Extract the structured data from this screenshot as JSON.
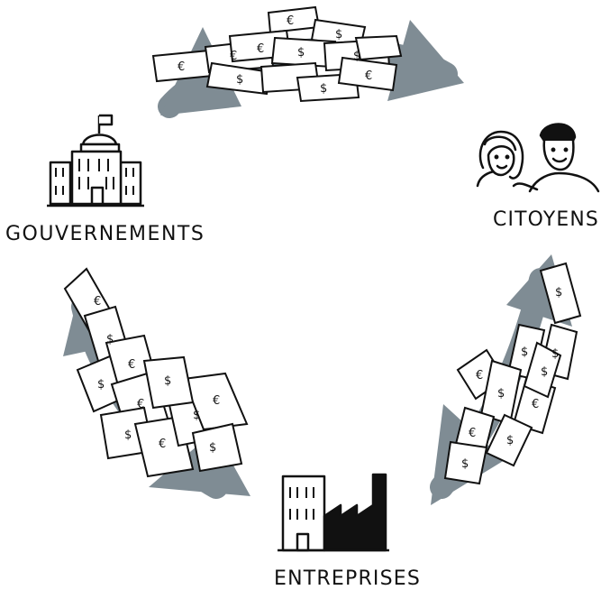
{
  "labels": {
    "governments": "GOUVERNEMENTS",
    "citizens": "CITOYENS",
    "companies": "ENTREPRISES"
  },
  "colors": {
    "arrow": "#7f8c94",
    "ink": "#111111",
    "paper": "#ffffff"
  },
  "icons": {
    "governments": "government-building-icon",
    "citizens": "people-icon",
    "companies": "factory-icon",
    "money": "banknote-icon"
  },
  "currency_symbols": [
    "€",
    "$"
  ]
}
